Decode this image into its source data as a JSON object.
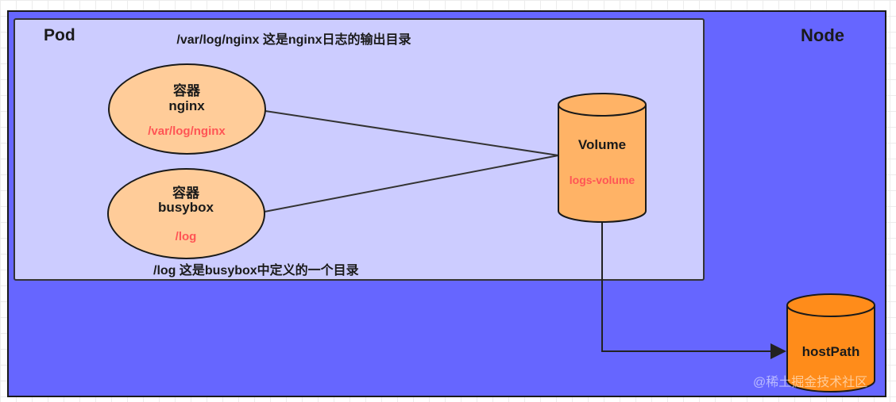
{
  "node": {
    "label": "Node"
  },
  "pod": {
    "label": "Pod",
    "nginx_note": "/var/log/nginx 这是nginx日志的输出目录",
    "busybox_note": "/log 这是busybox中定义的一个目录"
  },
  "containers": [
    {
      "title": "容器",
      "name": "nginx",
      "path": "/var/log/nginx"
    },
    {
      "title": "容器",
      "name": "busybox",
      "path": "/log"
    }
  ],
  "volume": {
    "label": "Volume",
    "name": "logs-volume"
  },
  "hostpath": {
    "label": "hostPath"
  },
  "watermark": "@稀土掘金技术社区",
  "colors": {
    "node_fill": "#6666ff",
    "pod_fill": "#ccccff",
    "container_fill": "#ffcc99",
    "volume_fill": "#ffb366",
    "hostpath_fill": "#ff8c1a",
    "path_text": "#ff5555"
  }
}
